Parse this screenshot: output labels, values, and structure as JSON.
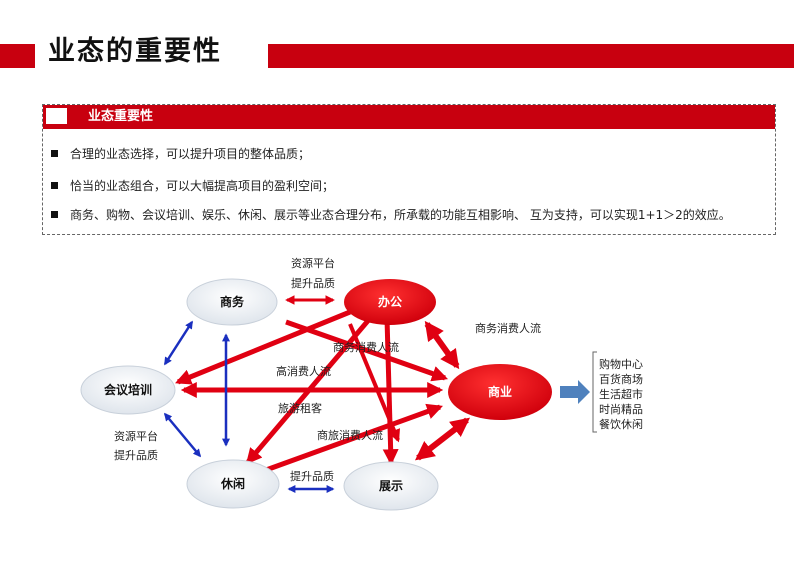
{
  "page": {
    "title": "业态的重要性"
  },
  "box": {
    "header": "业态重要性",
    "bullets": [
      "合理的业态选择，可以提升项目的整体品质；",
      "恰当的业态组合，可以大幅提高项目的盈利空间；",
      "商务、购物、会议培训、娱乐、休闲、展示等业态合理分布，所承载的功能互相影响、 互为支持，可以实现1+1＞2的效应。"
    ]
  },
  "diagram": {
    "nodes": {
      "shangwu": "商务",
      "bangong": "办公",
      "huiyi": "会议培训",
      "shangye": "商业",
      "xiuxian": "休闲",
      "zhanshi": "展示"
    },
    "labels": {
      "top_resource": "资源平台",
      "top_quality": "提升品质",
      "business_flow_right": "商务消费人流",
      "business_flow_center": "商务消费人流",
      "high_consumption": "高消费人流",
      "tourism": "旅游租客",
      "business_travel": "商旅消费人流",
      "left_resource": "资源平台",
      "left_quality": "提升品质",
      "bottom_quality": "提升品质"
    },
    "outcomes": [
      "购物中心",
      "百货商场",
      "生活超市",
      "时尚精品",
      "餐饮休闲"
    ],
    "colors": {
      "red": "#e00012",
      "blue": "#1a2fbf",
      "grey_arrow": "#4f81bd",
      "node_grey": "#e8edf2"
    }
  }
}
